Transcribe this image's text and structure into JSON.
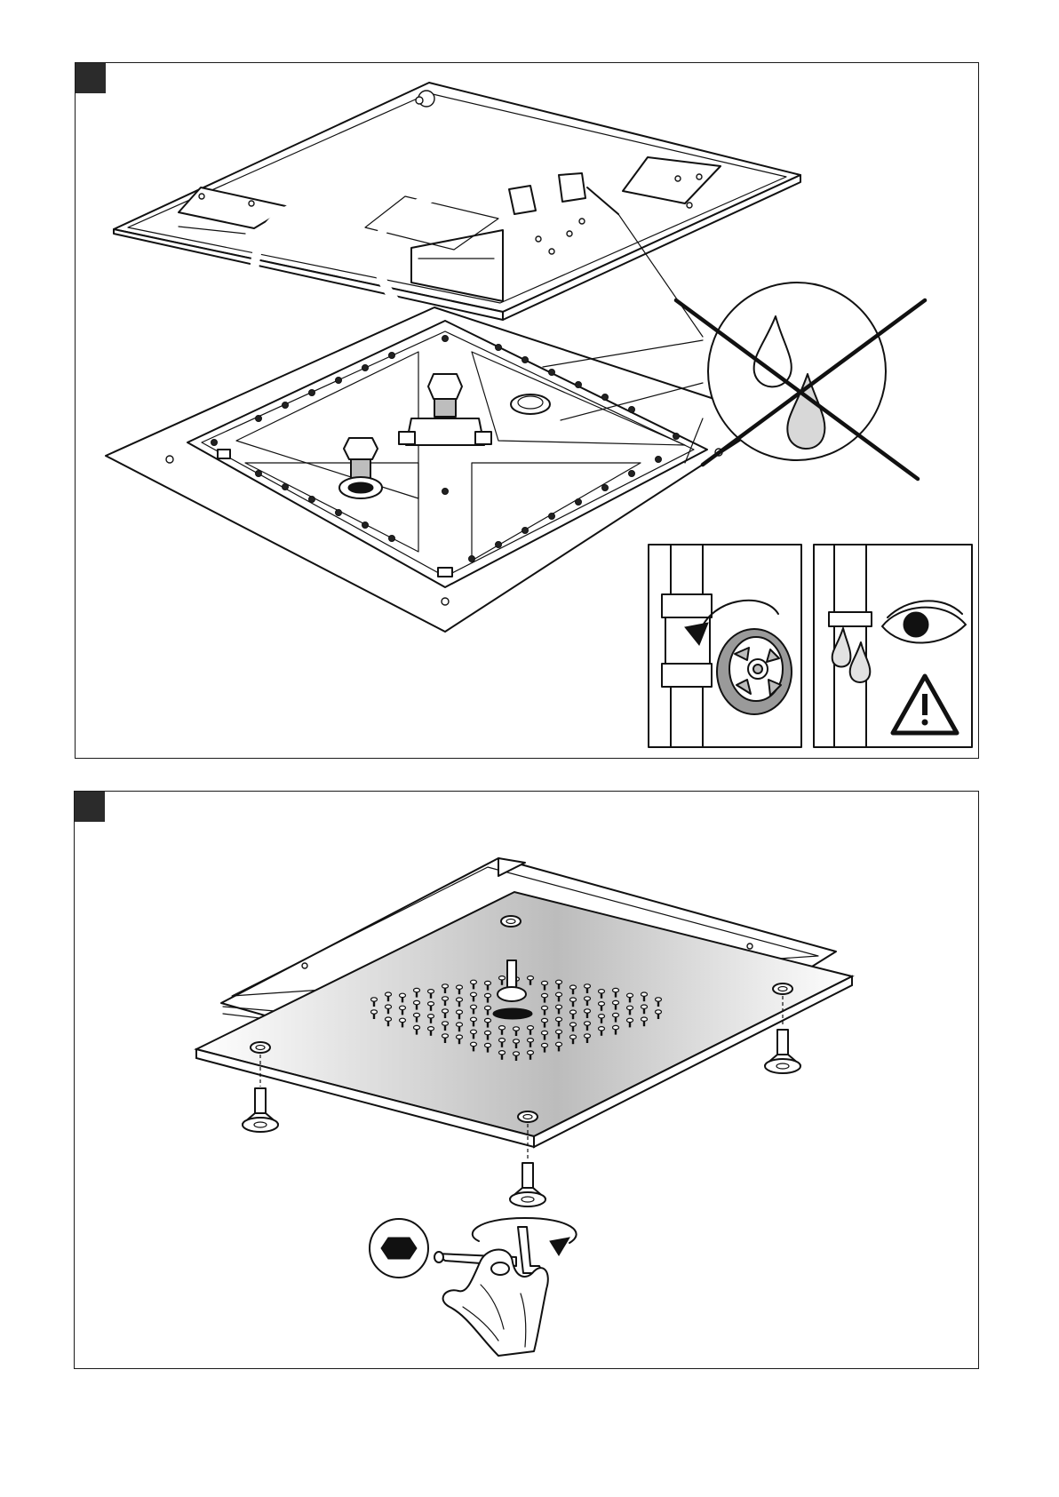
{
  "panels": [
    {
      "step": "",
      "figure": "connection-and-leak-check",
      "icons": [
        "hose-connection",
        "no-leak-cross-icon",
        "valve-open-icon",
        "inspect-leak-eye-icon",
        "warning-triangle-icon"
      ]
    },
    {
      "step": "",
      "figure": "mount-shower-plate",
      "icons": [
        "countersunk-screw-icon",
        "hex-key-icon",
        "hex-socket-icon",
        "rotation-arrow-icon"
      ]
    }
  ],
  "colors": {
    "frame": "#1a1a1a",
    "marker": "#2b2b2b",
    "line": "#111111",
    "plate_gradient": [
      "#ffffff",
      "#bcbcbc"
    ]
  }
}
